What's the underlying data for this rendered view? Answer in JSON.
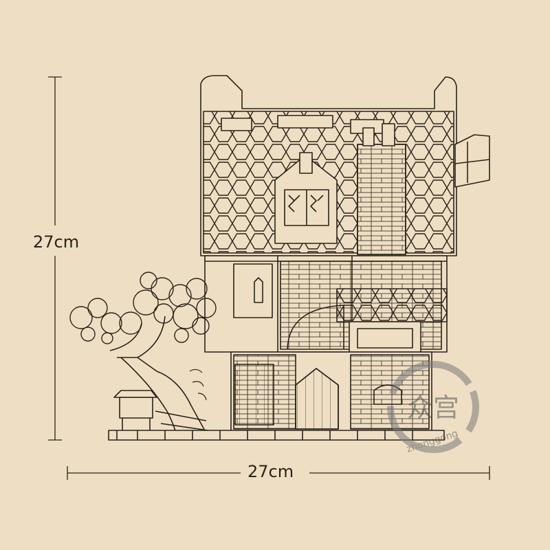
{
  "dimensions": {
    "height_label": "27cm",
    "width_label": "27cm"
  },
  "watermark": {
    "brand_text": "zhonggong",
    "seal_glyphs": "众宫"
  },
  "colors": {
    "background": "#eedfc4",
    "line": "#2a221a",
    "watermark": "#6b6b6b"
  }
}
